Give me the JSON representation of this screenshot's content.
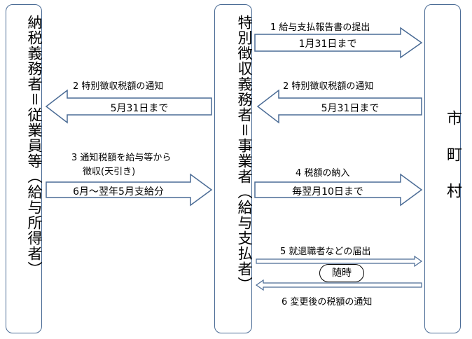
{
  "boxes": {
    "left": "納税義務者＝従業員等（給与所得者）",
    "middle": "特別徴収義務者＝事業者（給与支払者）",
    "right": "市町村"
  },
  "arrows": {
    "a1": {
      "label": "1 給与支払報告書の提出",
      "text": "1月31日まで"
    },
    "a2_right": {
      "label": "2 特別徴収税額の通知",
      "text": "5月31日まで"
    },
    "a2_left": {
      "label": "2 特別徴収税額の通知",
      "text": "5月31日まで"
    },
    "a3": {
      "label_line1": "3 通知税額を給与等から",
      "label_line2": "徴収(天引き)",
      "text": "6月～翌年5月支給分"
    },
    "a4": {
      "label": "4 税額の納入",
      "text": "毎翌月10日まで"
    },
    "a5": {
      "label": "5 就退職者などの届出"
    },
    "a6": {
      "label": "6 変更後の税額の通知"
    },
    "timing": "随時"
  }
}
